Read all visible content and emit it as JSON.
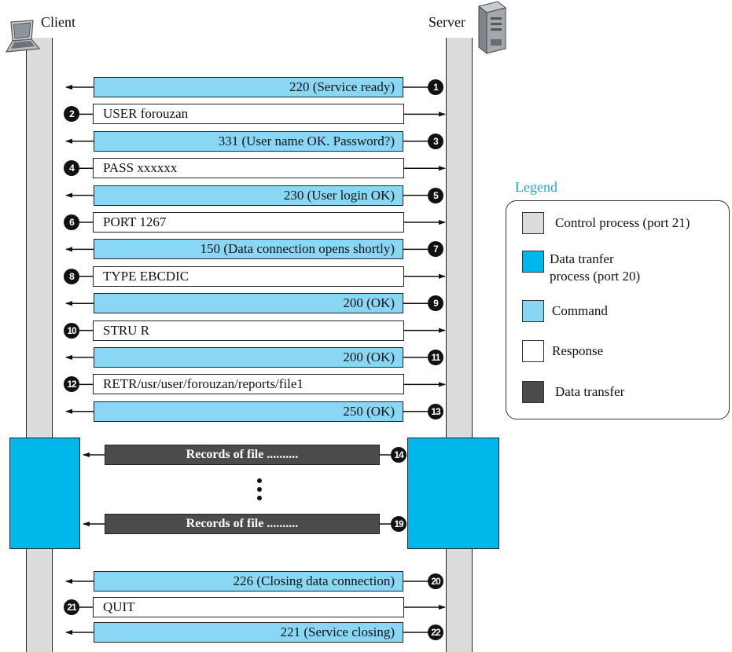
{
  "client_label": "Client",
  "server_label": "Server",
  "messages": [
    {
      "num": "1",
      "text": "220 (Service ready)",
      "kind": "response"
    },
    {
      "num": "2",
      "text": "USER forouzan",
      "kind": "command"
    },
    {
      "num": "3",
      "text": "331 (User name OK. Password?)",
      "kind": "response"
    },
    {
      "num": "4",
      "text": "PASS xxxxxx",
      "kind": "command"
    },
    {
      "num": "5",
      "text": "230 (User login OK)",
      "kind": "response"
    },
    {
      "num": "6",
      "text": "PORT 1267",
      "kind": "command"
    },
    {
      "num": "7",
      "text": "150 (Data connection opens shortly)",
      "kind": "response"
    },
    {
      "num": "8",
      "text": "TYPE EBCDIC",
      "kind": "command"
    },
    {
      "num": "9",
      "text": "200 (OK)",
      "kind": "response"
    },
    {
      "num": "10",
      "text": "STRU R",
      "kind": "command"
    },
    {
      "num": "11",
      "text": "200 (OK)",
      "kind": "response"
    },
    {
      "num": "12",
      "text": "RETR/usr/user/forouzan/reports/file1",
      "kind": "command"
    },
    {
      "num": "13",
      "text": "250 (OK)",
      "kind": "response"
    }
  ],
  "data_transfers": [
    {
      "num": "14",
      "text": "Records of file .........."
    },
    {
      "num": "19",
      "text": "Records of file .........."
    }
  ],
  "closing_messages": [
    {
      "num": "20",
      "text": "226 (Closing data connection)",
      "kind": "response"
    },
    {
      "num": "21",
      "text": "QUIT",
      "kind": "command"
    },
    {
      "num": "22",
      "text": "221 (Service closing)",
      "kind": "response"
    }
  ],
  "legend": {
    "title": "Legend",
    "items": [
      {
        "label": "Control process (port 21)",
        "color": "#dcdcdd"
      },
      {
        "label_line1": "Data tranfer",
        "label_line2": "process (port 20)",
        "color": "#00b7ec"
      },
      {
        "label": "Command",
        "color": "#89d6f5"
      },
      {
        "label": "Response",
        "color": "#ffffff"
      },
      {
        "label": "Data transfer",
        "color": "#4b4b4d"
      }
    ]
  }
}
